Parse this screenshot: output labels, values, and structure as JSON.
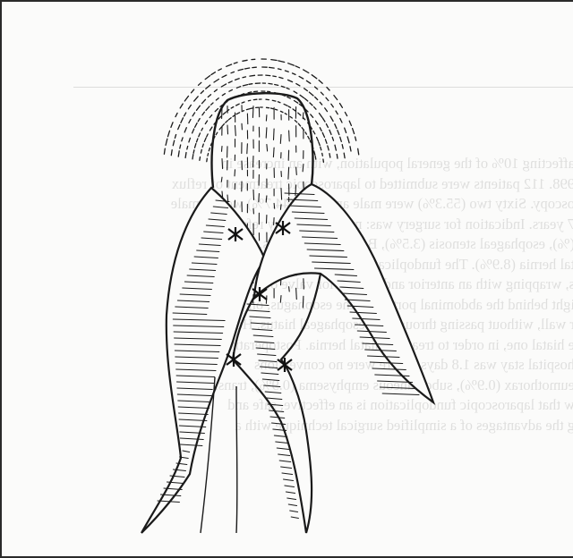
{
  "figure": {
    "description_free": true,
    "ink_color": "#1a1a1a",
    "paper_color": "#fbfbfa",
    "suture_marks": 5
  },
  "bleed_through_text": [
    "affecting 10% of the general population, with an increase in",
    "998. 112 patients were submitted to laparoscopic treatment of reflux",
    "oscopy. Sixty two (55.3%) were male and fifty (44.7%) were female",
    "7 years. Indication for surgery was: medical therapy refractory to",
    "(%), esophageal stenosis (3.5%), Barrett's esophagus, ulcer with",
    "tal hernia (8.9%). The fundoplication technique for the surgical",
    "s, wrapping with an anterior and a posterior valve of pillars,",
    "ight behind the abdominal portion of the esophagus, on",
    "r wall, without passing through the esophageal hiatus. However",
    "e hiatal one, in order to treat the hiatal hernia. Postoperative",
    "hospital stay was 1.8 days. There were no conversions",
    "eumothorax (0.9%), subcutaneous emphysema (0.9%), transient",
    "w that laparoscopic fundoplication is an effective, safe and",
    "g the advantages of a simplified surgical technique with a"
  ]
}
